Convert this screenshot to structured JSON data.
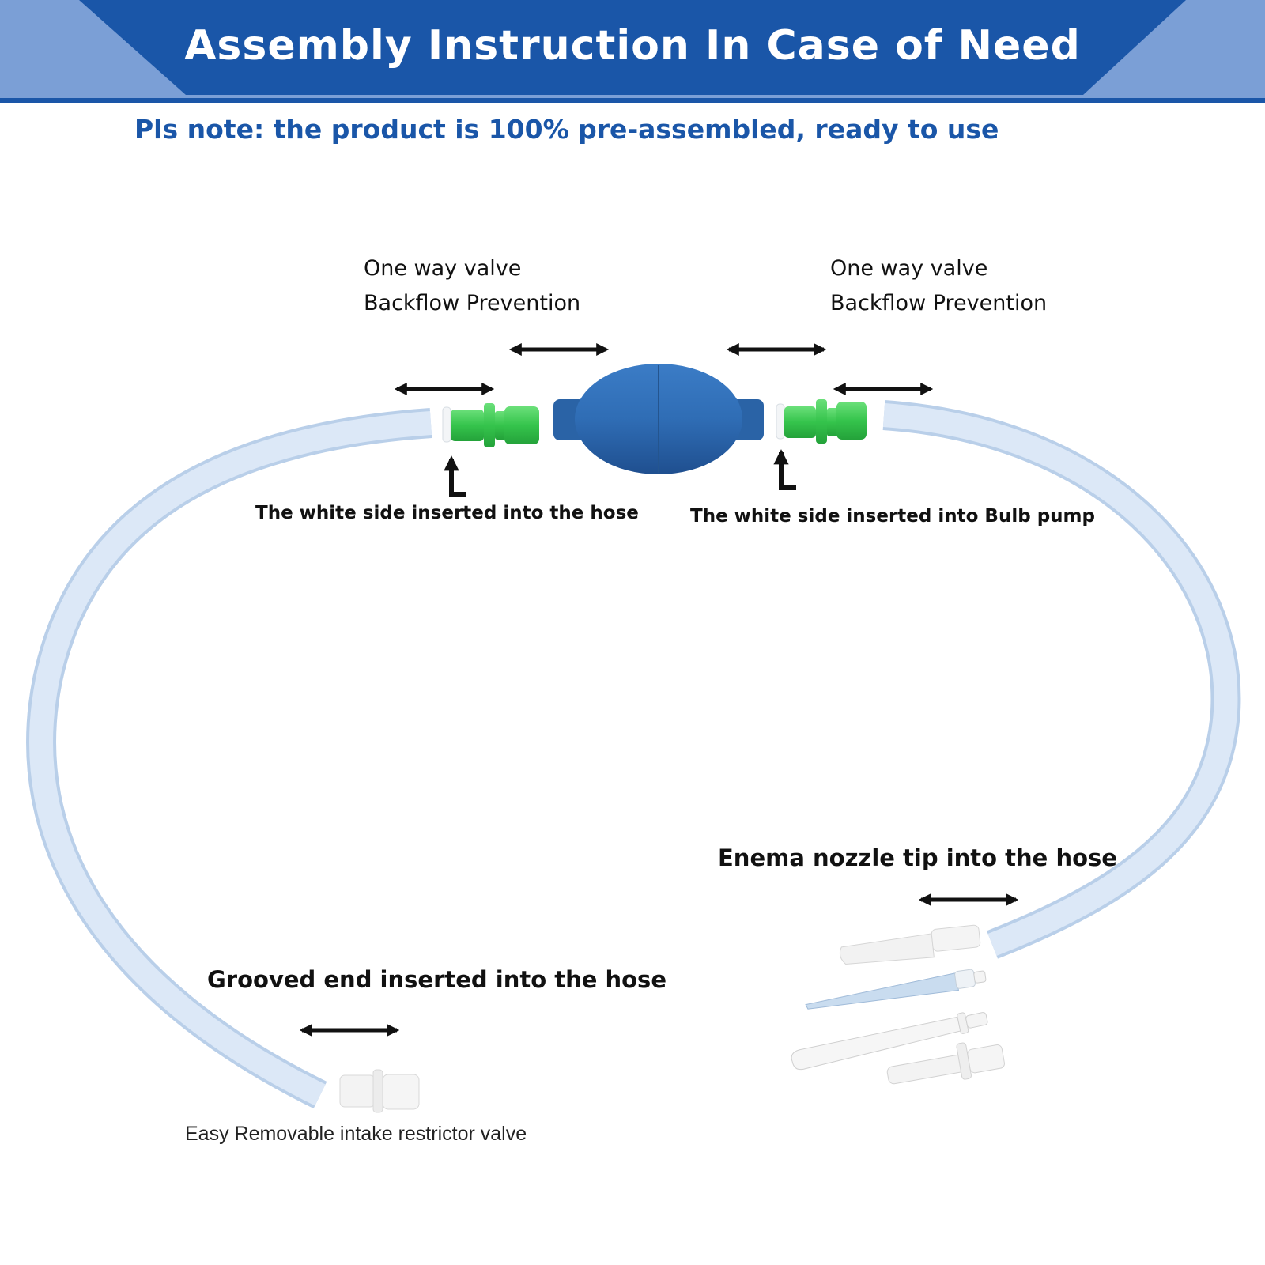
{
  "header": {
    "title": "Assembly Instruction In Case of Need",
    "banner_color": "#1a56a8",
    "banner_accent_color": "#7b9fd6"
  },
  "note": "Pls note:  the product is 100% pre-assembled, ready to use",
  "labels": {
    "left_valve_line1": "One way valve",
    "left_valve_line2": "Backflow Prevention",
    "right_valve_line1": "One way valve",
    "right_valve_line2": "Backflow Prevention",
    "left_connector": "The white side inserted into the hose",
    "right_connector": "The white side inserted into Bulb pump",
    "nozzle": "Enema nozzle tip into the hose",
    "grooved": "Grooved end inserted into the hose",
    "restrictor": "Easy Removable intake restrictor valve"
  },
  "colors": {
    "hose": "#dce8f7",
    "hose_edge": "#b9cfe9",
    "bulb": "#2f6db5",
    "valve": "#3fce55",
    "arrow": "#111111"
  }
}
